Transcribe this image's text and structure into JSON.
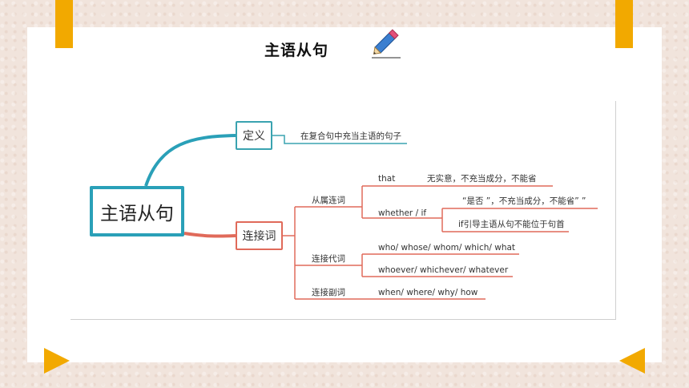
{
  "slide": {
    "title": "主语从句"
  },
  "colors": {
    "accent_yellow": "#f2a900",
    "teal": "#2aa0b8",
    "coral": "#e06a5a"
  },
  "icons": [
    "pencil-icon",
    "play-right-icon",
    "play-left-icon"
  ],
  "mindmap": {
    "root": "主语从句",
    "definition": {
      "label": "定义",
      "detail": "在复合句中充当主语的句子"
    },
    "connectives": {
      "label": "连接词",
      "subordinators": {
        "label": "从属连词",
        "that": {
          "word": "that",
          "note": "无实意，不充当成分，不能省"
        },
        "whether": {
          "word": "whether / if",
          "note1": "“是否 ”，不充当成分，不能省”  ”",
          "note2": "if引导主语从句不能位于句首"
        }
      },
      "pronouns": {
        "label": "连接代词",
        "line1": "who/ whose/ whom/ which/ what",
        "line2": "whoever/ whichever/ whatever"
      },
      "adverbs": {
        "label": "连接副词",
        "line1": "when/ where/ why/ how"
      }
    }
  }
}
